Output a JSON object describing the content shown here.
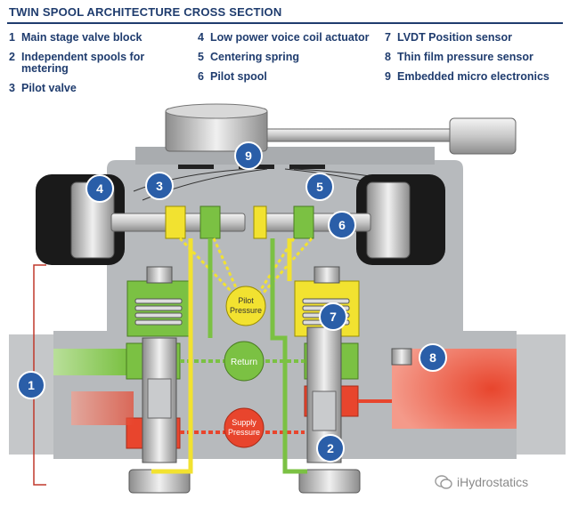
{
  "title": "TWIN SPOOL ARCHITECTURE CROSS SECTION",
  "legend": [
    {
      "num": "1",
      "text": "Main stage valve block"
    },
    {
      "num": "2",
      "text": "Independent spools for metering"
    },
    {
      "num": "3",
      "text": "Pilot valve"
    },
    {
      "num": "4",
      "text": "Low power voice coil actuator"
    },
    {
      "num": "5",
      "text": "Centering spring"
    },
    {
      "num": "6",
      "text": "Pilot spool"
    },
    {
      "num": "7",
      "text": "LVDT Position sensor"
    },
    {
      "num": "8",
      "text": "Thin film pressure sensor"
    },
    {
      "num": "9",
      "text": "Embedded micro electronics"
    }
  ],
  "diagram": {
    "pilot_pressure_label": [
      "Pilot",
      "Pressure"
    ],
    "return_label": "Return",
    "supply_pressure_label": [
      "Supply",
      "Pressure"
    ],
    "callouts": [
      "1",
      "2",
      "3",
      "4",
      "5",
      "6",
      "7",
      "8",
      "9"
    ]
  },
  "watermark": "iHydrostatics",
  "colors": {
    "title": "#1f3c6e",
    "callout": "#2a5ea8",
    "pilot_yellow": "#f2e230",
    "return_green": "#7bc143",
    "supply_red": "#e8452d",
    "body_gray": "#b5b8bb"
  }
}
